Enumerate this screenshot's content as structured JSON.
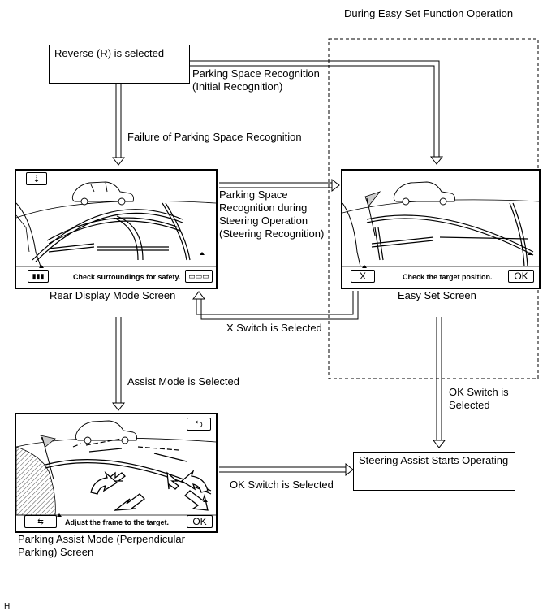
{
  "header": "During Easy Set Function Operation",
  "boxes": {
    "reverse": "Reverse (R) is selected",
    "steering": "Steering Assist Starts Operating"
  },
  "labels": {
    "initial_recognition_1": "Parking Space Recognition",
    "initial_recognition_2": "(Initial Recognition)",
    "failure": "Failure of Parking Space Recognition",
    "steer_rec_1": "Parking Space",
    "steer_rec_2": "Recognition during",
    "steer_rec_3": "Steering Operation",
    "steer_rec_4": "(Steering Recognition)",
    "x_switch": "X Switch is Selected",
    "assist_mode": "Assist Mode is Selected",
    "ok_switch_right_1": "OK Switch is",
    "ok_switch_right_2": "Selected",
    "ok_switch_bottom": "OK Switch is Selected"
  },
  "screens": {
    "rear": {
      "caption": "Rear Display Mode Screen",
      "message": "Check surroundings for safety."
    },
    "easy": {
      "caption": "Easy Set Screen",
      "message": "Check the target position.",
      "x_label": "X",
      "ok_label": "OK"
    },
    "assist": {
      "caption_1": "Parking Assist Mode (Perpendicular",
      "caption_2": "Parking) Screen",
      "message": "Adjust the frame to the target.",
      "ok_label": "OK"
    }
  },
  "footer_mark": "H"
}
